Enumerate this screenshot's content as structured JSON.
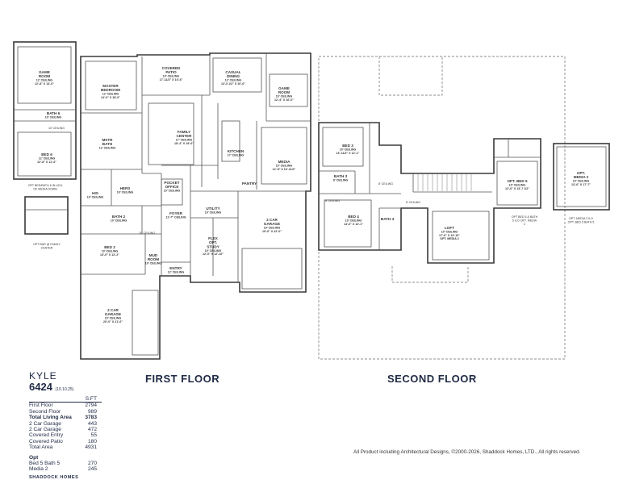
{
  "floors": {
    "first": "FIRST FLOOR",
    "second": "SECOND FLOOR"
  },
  "rooms": {
    "game_room_opt": {
      "name": "GAME\nROOM",
      "sub": "12' CEILING\n12'-8\" X 14'-0\""
    },
    "bath6": {
      "name": "BATH 6",
      "sub": "10' CEILING"
    },
    "ceiling10_a": {
      "sub": "10' CEILING"
    },
    "bed6": {
      "name": "BED 6",
      "sub": "12' CEILING\n12'-8\" X 11'-4\""
    },
    "opt_bed_bath6": {
      "sub": "OPT BED/BATH 6 IN LIEU\nOF MEDIA DOWN"
    },
    "opt_bar": {
      "sub": "OPT BAR @ FAMILY\nCENTER"
    },
    "master": {
      "name": "MASTER\nBEDROOM",
      "sub": "12' CEILING\n14'-0\" X 18'-6\""
    },
    "patio": {
      "name": "COVERED\nPATIO",
      "sub": "10' CEILING\n17'-11/2\" X 10'-6\""
    },
    "casual": {
      "name": "CASUAL\nDINING",
      "sub": "12' CEILING\n13'-0 1/2\" X 10'-6\""
    },
    "game": {
      "name": "GAME\nROOM",
      "sub": "10' CEILING\n12'-4\" X 16'-0\""
    },
    "mstr_bath": {
      "name": "MSTR\nBATH",
      "sub": "12' CEILING"
    },
    "family": {
      "name": "FAMILY\nCENTER",
      "sub": "17' CEILING\n18'-4\" X 19'-6\""
    },
    "kitchen": {
      "name": "KITCHEN",
      "sub": "17' CEILING"
    },
    "media": {
      "name": "MEDIA",
      "sub": "10' CEILING\n12'-8\" X 16'-11/2\""
    },
    "his": {
      "name": "HIS",
      "sub": "10' CEILING"
    },
    "hers": {
      "name": "HERS",
      "sub": "10' CEILING"
    },
    "pocket": {
      "name": "POCKET\nOFFICE",
      "sub": "10' CEILING"
    },
    "pantry": {
      "name": "PANTRY"
    },
    "foyer": {
      "name": "FOYER",
      "sub": "11'-7\" CEILING"
    },
    "utility": {
      "name": "UTILITY",
      "sub": "10' CEILING"
    },
    "bath2": {
      "name": "BATH 2",
      "sub": "10' CEILING"
    },
    "garage2": {
      "name": "2 CAR\nGARAGE",
      "sub": "10' CEILING\n19'-6\" X 22'-0\""
    },
    "ceiling10_b": {
      "sub": "10' CEILING"
    },
    "bed2": {
      "name": "BED 2",
      "sub": "10' CEILING\n14'-0\" X 12'-2\""
    },
    "flex": {
      "name": "FLEX\nOPT.\nSTUDY",
      "sub": "10' CEILING\n12'-0\" X 12'-10\""
    },
    "mud": {
      "name": "MUD\nROOM",
      "sub": "10' CEILING"
    },
    "entry": {
      "name": "ENTRY",
      "sub": "12' CEILING"
    },
    "garage1": {
      "name": "2 CAR\nGARAGE",
      "sub": "10' CEILING\n20'-0\" X 21'-6\""
    },
    "bed3": {
      "name": "BED 3",
      "sub": "10' CEILING\n16'-11/2\" X 12'-1\""
    },
    "bath3": {
      "name": "BATH 3",
      "sub": "8' CEILING"
    },
    "ceiling8_a": {
      "sub": "8' CEILING"
    },
    "ceiling8_b": {
      "sub": "8' CEILING"
    },
    "ceiling8_c": {
      "sub": "8' CEILING"
    },
    "bed4": {
      "name": "BED 4",
      "sub": "10' CEILING\n14'-0\" X 12'-1\""
    },
    "bath4": {
      "name": "BATH 4"
    },
    "loft": {
      "name": "LOFT",
      "sub": "10' CEILING\n17'-6\" X 13'-10\"\nOPT. MEDIA 2"
    },
    "opt_bed5": {
      "name": "OPT. BED 5",
      "sub": "10' CEILING\n12'-6\" X 13'-7 1/2\""
    },
    "opt_bed5_bath5": {
      "sub": "OPT BED 5 & BATH\n5 ILO OPT. MEDIA\n2"
    },
    "opt_media2": {
      "name": "OPT.\nMEDIA 2",
      "sub": "10' CEILING\n13'-6\" X 17'-7\""
    },
    "opt_media2_ilo": {
      "sub": "OPT. MEDIA 2 ILO\nOPT. BED 5 BATH 5"
    }
  },
  "info": {
    "model_name": "KYLE",
    "model_number": "6424",
    "revision": "(10.10.25)",
    "sqft_header": "S.FT",
    "rows": [
      {
        "label": "First Floor",
        "value": "2794",
        "bold": false
      },
      {
        "label": "Second Floor",
        "value": "989",
        "bold": false
      },
      {
        "label": "Total Living Area",
        "value": "3783",
        "bold": true
      },
      {
        "label": "2 Car Garage",
        "value": "443",
        "bold": false
      },
      {
        "label": "2 Car Garage",
        "value": "472",
        "bold": false
      },
      {
        "label": "Covered Entry",
        "value": "55",
        "bold": false
      },
      {
        "label": "Covered Patio",
        "value": "180",
        "bold": false
      },
      {
        "label": "Total Area",
        "value": "4931",
        "bold": false
      }
    ],
    "opt_header": "Opt",
    "opt_rows": [
      {
        "label": "Bed 5 Bath 5",
        "value": "270"
      },
      {
        "label": "Media 2",
        "value": "245"
      }
    ],
    "brand": "SHADDOCK HOMES"
  },
  "copyright": "All Product including Architectural Designs, ©2000-2026, Shaddock Homes, LTD., All rights reserved."
}
